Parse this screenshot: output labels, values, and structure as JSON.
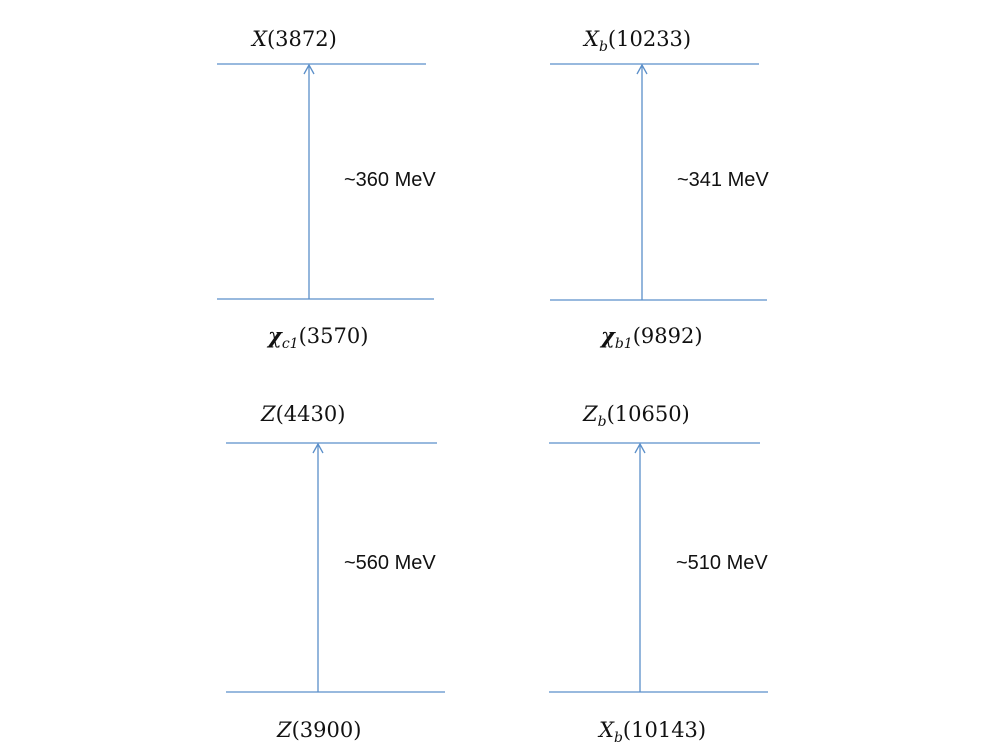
{
  "colors": {
    "line": "#5b8fc9",
    "text": "#111111"
  },
  "panels": [
    {
      "upper": {
        "symbol": "X",
        "subscript": "",
        "value": "(3872)"
      },
      "lower": {
        "symbol": "χ",
        "subscript": "c1",
        "value": "(3570)"
      },
      "gap": "~360 MeV"
    },
    {
      "upper": {
        "symbol": "X",
        "subscript": "b",
        "value": "(10233)"
      },
      "lower": {
        "symbol": "χ",
        "subscript": "b1",
        "value": "(9892)"
      },
      "gap": "~341 MeV"
    },
    {
      "upper": {
        "symbol": "Z",
        "subscript": "",
        "value": "(4430)"
      },
      "lower": {
        "symbol": "Z",
        "subscript": "",
        "value": "(3900)"
      },
      "gap": "~560 MeV"
    },
    {
      "upper": {
        "symbol": "Z",
        "subscript": "b",
        "value": "(10650)"
      },
      "lower": {
        "symbol": "X",
        "subscript": "b",
        "value": "(10143)"
      },
      "gap": "~510 MeV"
    }
  ]
}
